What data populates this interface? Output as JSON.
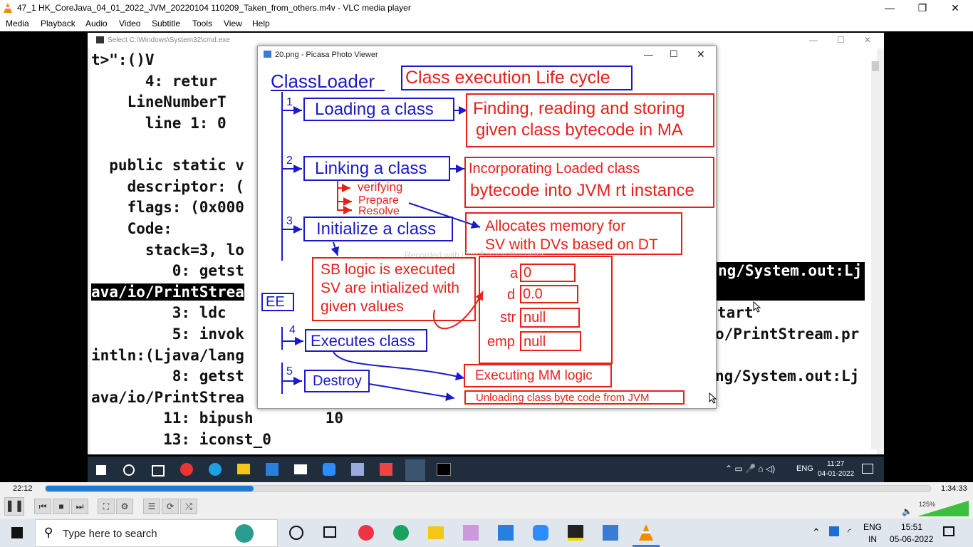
{
  "window": {
    "title": "47_1 HK_CoreJava_04_01_2022_JVM_20220104 110209_Taken_from_others.m4v - VLC media player"
  },
  "menu": [
    "Media",
    "Playback",
    "Audio",
    "Video",
    "Subtitle",
    "Tools",
    "View",
    "Help"
  ],
  "cmd": {
    "title": "Select C:\\Windows\\System32\\cmd.exe",
    "lines": [
      "t>\":()V",
      "      4: retur",
      "    LineNumberT",
      "      line 1: 0",
      "",
      "  public static v",
      "    descriptor: (",
      "    flags: (0x000",
      "    Code:",
      "      stack=3, lo",
      "         0: getst",
      "ava/io/PrintStrea",
      "         3: ldc",
      "         5: invok",
      "intln:(Ljava/lang",
      "         8: getst",
      "ava/io/PrintStrea",
      "        11: bipush        10",
      "        13: iconst_0"
    ],
    "right_lines": [
      "ng/System.out:Lj",
      "tart",
      "o/PrintStream.pr",
      "ng/System.out:Lj"
    ]
  },
  "picasa": {
    "title": "20.png - Picasa Photo Viewer",
    "watermark": "Recorded with iTop Screen Recorder",
    "classloader": "ClassLoader",
    "heading": "Class execution Life cycle",
    "steps": [
      {
        "num": "1",
        "label": "Loading a class"
      },
      {
        "num": "2",
        "label": "Linking a class"
      },
      {
        "num": "3",
        "label": "Initialize a class"
      },
      {
        "num": "4",
        "label": "Executes class"
      },
      {
        "num": "5",
        "label": "Destroy"
      }
    ],
    "loading_desc": [
      "Finding, reading and storing",
      "given class bytecode in MA"
    ],
    "linking_desc": [
      "Incorporating Loaded class",
      "bytecode into JVM rt instance"
    ],
    "linking_sub": [
      "verifying",
      "Prepare",
      "Resolve"
    ],
    "alloc_desc": [
      "Allocates memory for",
      "SV with DVs based on DT"
    ],
    "sb_desc": [
      "SB logic is executed",
      "SV are intialized with",
      "given values"
    ],
    "ee": "EE",
    "vars": [
      {
        "name": "a",
        "value": "0"
      },
      {
        "name": "d",
        "value": "0.0"
      },
      {
        "name": "str",
        "value": "null"
      },
      {
        "name": "emp",
        "value": "null"
      }
    ],
    "exec_desc": "Executing MM logic",
    "destroy_desc": "Unloading class byte code from JVM"
  },
  "inner_taskbar": {
    "lang": "ENG",
    "time": "11:27",
    "date": "04-01-2022"
  },
  "controls": {
    "elapsed": "22:12",
    "total": "1:34:33",
    "progress": 0.235,
    "volume": "125%"
  },
  "taskbar": {
    "search_placeholder": "Type here to search",
    "lang": "ENG",
    "region": "IN",
    "time": "15:51",
    "date": "05-06-2022"
  },
  "colors": {
    "red": "#e8201a",
    "blue": "#1a1acc",
    "seek": "#1e7ad6"
  }
}
